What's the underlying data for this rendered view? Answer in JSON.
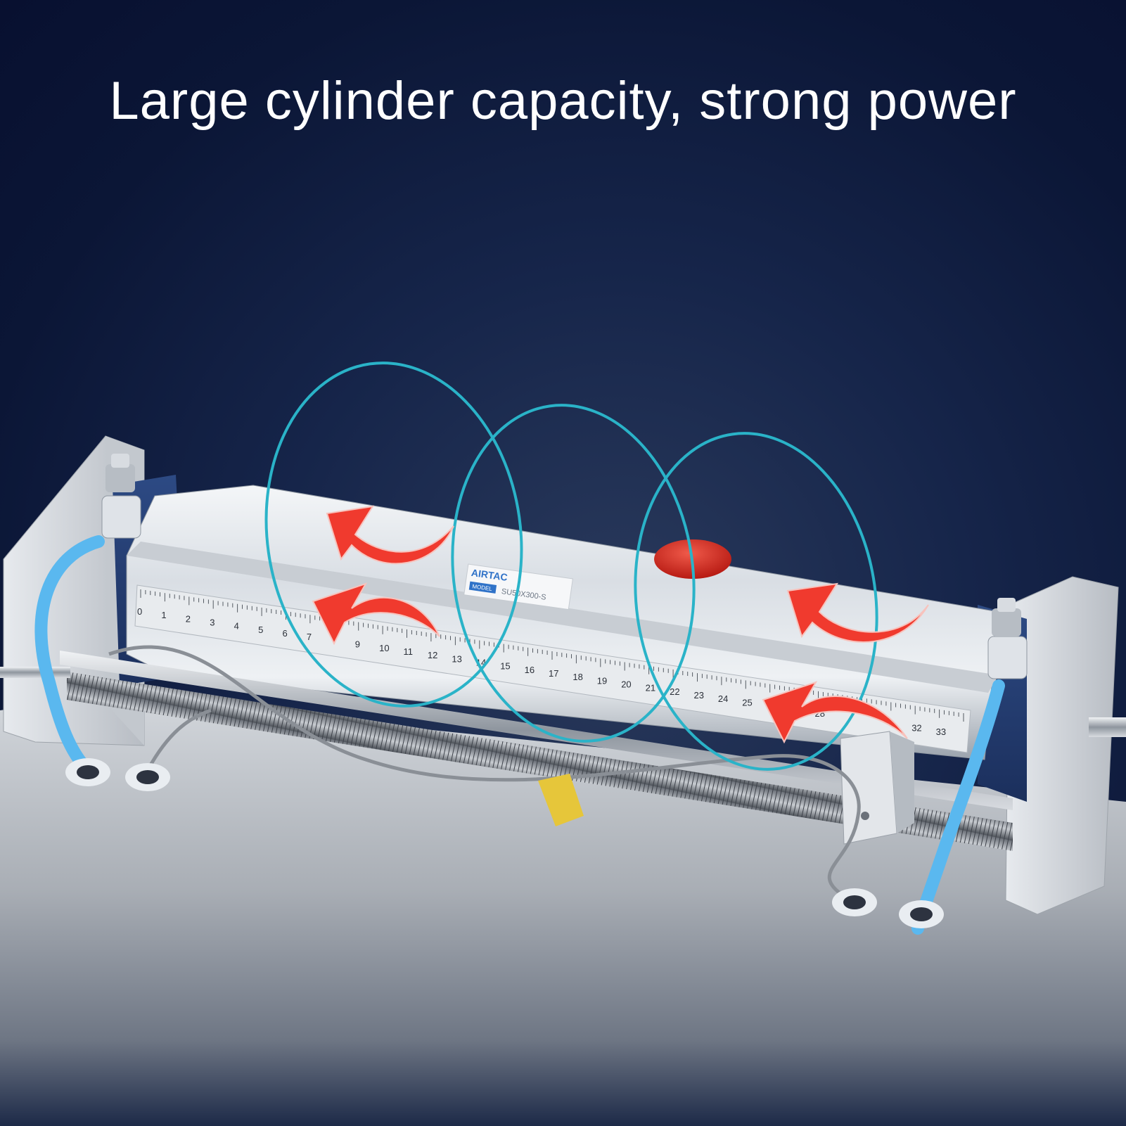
{
  "headline": "Large cylinder capacity, strong power",
  "cylinder": {
    "brand": "AIRTAC",
    "model_label": "MODEL",
    "model_number": "SU50X300-S",
    "scale": [
      "0",
      "1",
      "2",
      "3",
      "4",
      "5",
      "6",
      "7",
      "9",
      "10",
      "11",
      "12",
      "13",
      "14",
      "15",
      "16",
      "17",
      "18",
      "19",
      "20",
      "21",
      "22",
      "23",
      "24",
      "25",
      "28",
      "32",
      "33"
    ]
  },
  "colors": {
    "background": "#0b1636",
    "ring": "#2ab3c8",
    "arrow": "#f03a2e",
    "tube": "#5ab8ef",
    "cylinder": "#dfe4ea",
    "table": "#b9bec5"
  },
  "icons": {
    "arrow": "curved-arrow-icon",
    "ring": "airflow-ring-icon",
    "knob": "red-knob-icon"
  }
}
